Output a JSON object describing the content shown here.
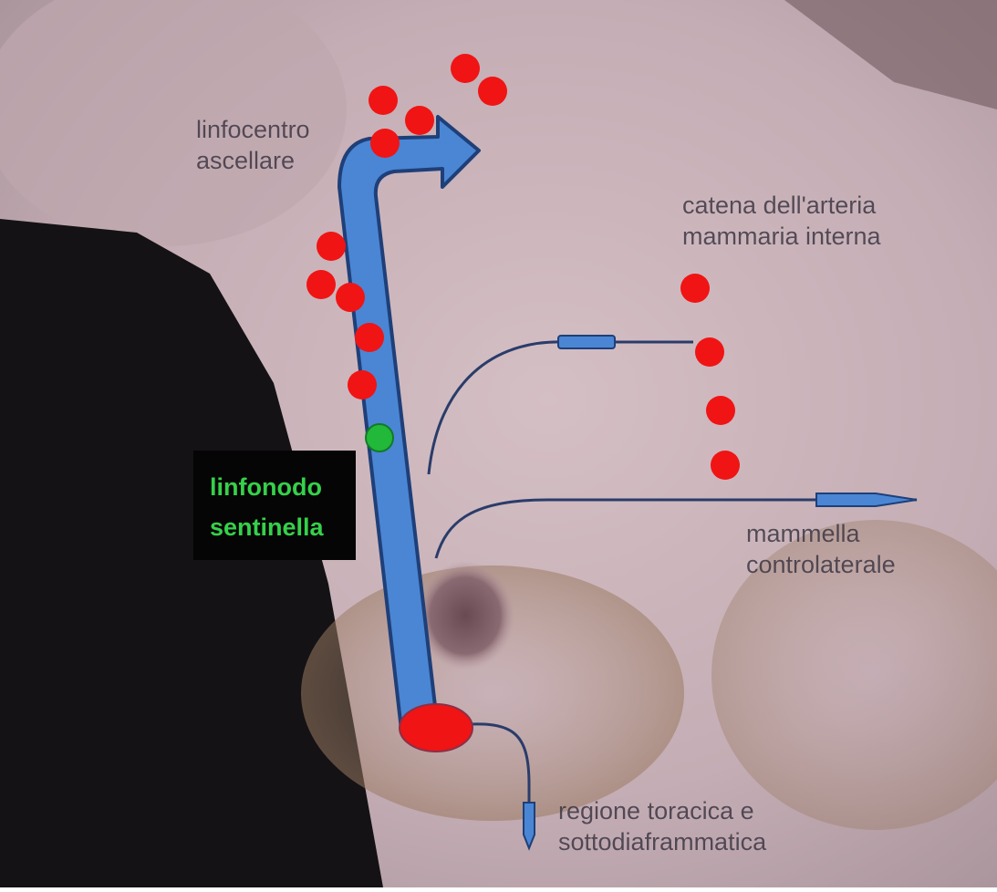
{
  "labels": {
    "axillary": "linfocentro\nascellare",
    "mammary_chain": "catena dell'arteria\nmammaria interna",
    "sentinel": "linfonodo\nsentinella",
    "contralateral": "mammella\ncontrolaterale",
    "thoracic": "regione toracica  e\nsottodiaframmatica"
  },
  "colors": {
    "lymph_node": "#f01414",
    "sentinel_node": "#22b83a",
    "drainage_arrow": "#4a86d4",
    "arrow_outline": "#1f3f78",
    "lines": "#2a3c6a",
    "skin": "#c9b2b8",
    "background_clothing": "#141214"
  }
}
